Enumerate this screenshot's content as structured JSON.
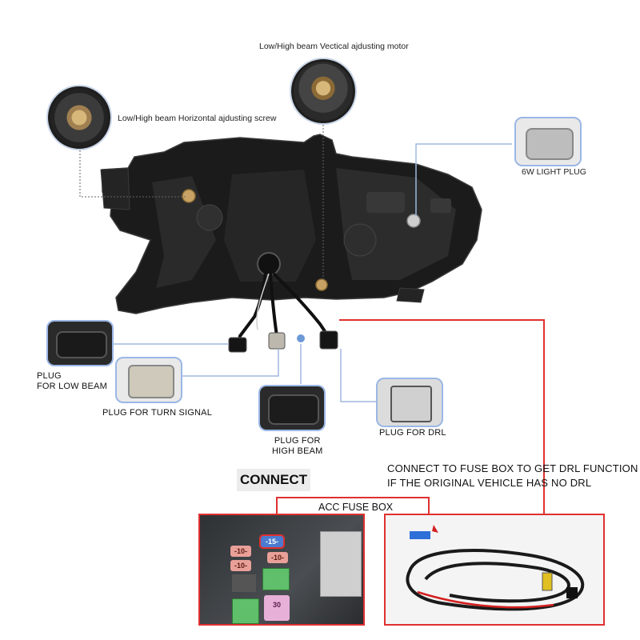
{
  "labels": {
    "vertical_motor": "Low/High beam Vectical ajdusting motor",
    "horizontal_screw": "Low/High beam Horizontal ajdusting screw",
    "light_plug": "6W LIGHT PLUG",
    "plug_low_line1": "PLUG",
    "plug_low_line2": "FOR LOW BEAM",
    "plug_turn": "PLUG FOR TURN SIGNAL",
    "plug_high_line1": "PLUG FOR",
    "plug_high_line2": "HIGH BEAM",
    "plug_drl": "PLUG FOR DRL",
    "connect": "CONNECT",
    "drl_note_line1": "CONNECT TO FUSE BOX TO GET DRL FUNCTION",
    "drl_note_line2": "IF THE ORIGINAL VEHICLE HAS NO DRL",
    "acc_fuse_box": "ACC FUSE BOX"
  },
  "fuses": {
    "f1": "-10-",
    "f2": "-10-",
    "f3": "-15-",
    "f4": "-10-",
    "f5": "30"
  },
  "colors": {
    "accent_red": "#e03030",
    "callout_blue": "#9cb7e6",
    "headlight_body": "#1b1b1b"
  }
}
